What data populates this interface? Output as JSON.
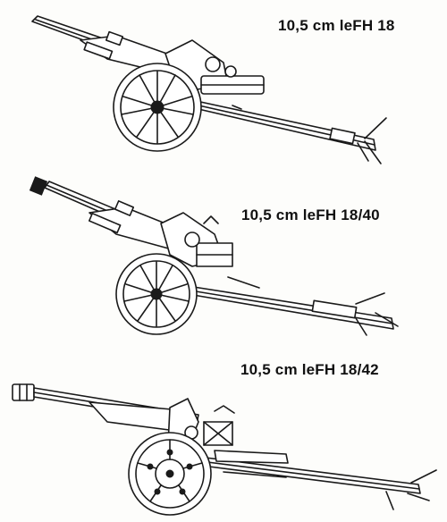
{
  "guns": [
    {
      "label": "10,5 cm leFH 18"
    },
    {
      "label": "10,5 cm leFH 18/40"
    },
    {
      "label": "10,5 cm leFH 18/42"
    }
  ],
  "colors": {
    "ink": "#1a1a1a",
    "paper": "#fdfdfb"
  }
}
